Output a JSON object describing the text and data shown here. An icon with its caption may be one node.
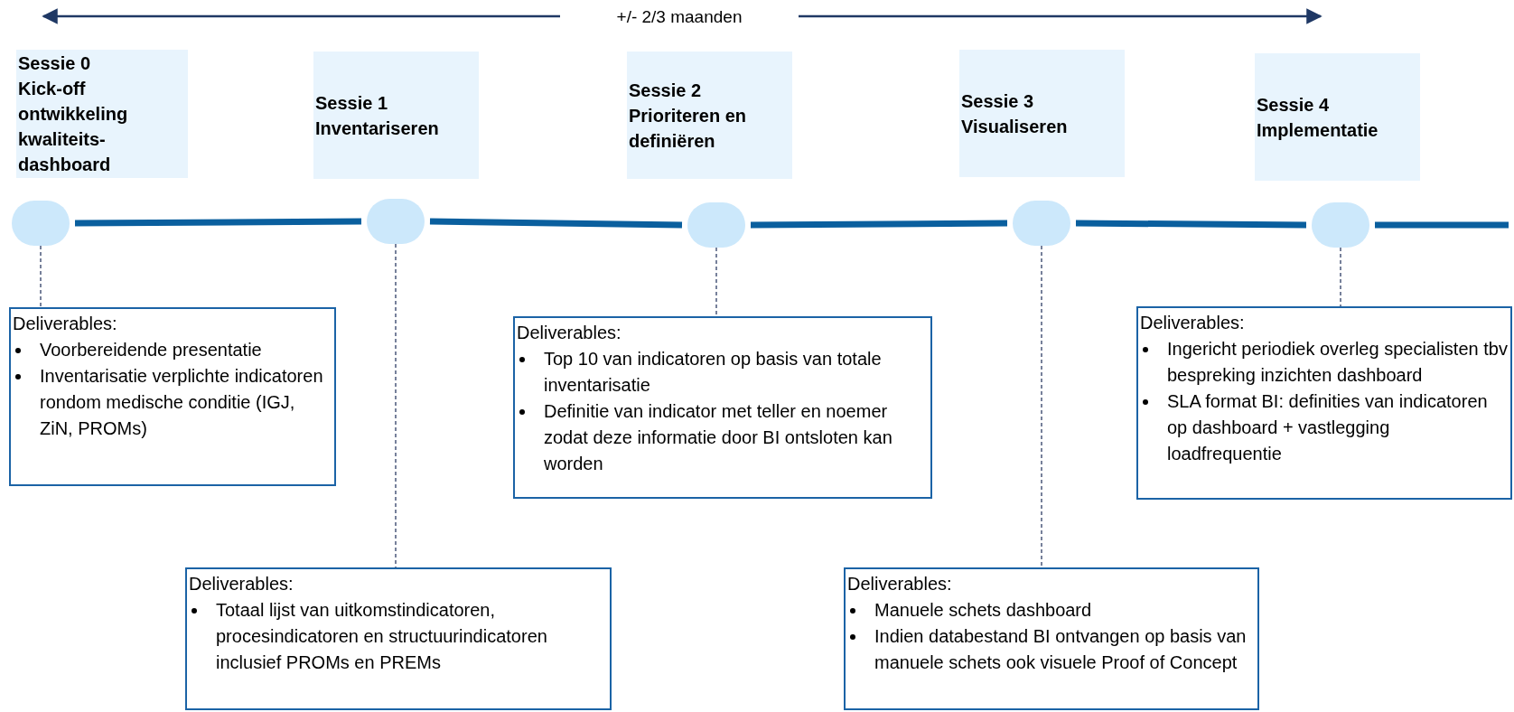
{
  "diagram": {
    "nodes": [
      {
        "text": [
          "Sessie 0",
          "Kick-off ontwikkeling kwaliteits-dashboard"
        ]
      },
      {
        "text": [
          "Sessie 1",
          "Inventariseren"
        ]
      },
      {
        "text": [
          "Sessie 2",
          "Prioriteren en definiëren"
        ]
      },
      {
        "text": [
          "Sessie 3",
          "Visualiseren"
        ]
      },
      {
        "text": [
          "Sessie 4",
          "Implementatie"
        ]
      },
      {
        "text": [],
        "shape": "circle"
      },
      {
        "text": [],
        "shape": "circle"
      },
      {
        "text": [],
        "shape": "circle"
      },
      {
        "text": [],
        "shape": "circle"
      },
      {
        "text": [],
        "shape": "circle"
      },
      {
        "text": [
          "Deliverables:",
          "Voorbereidende presentatie",
          "Inventarisatie verplichte indicatoren rondom medische conditie (IGJ, ZiN, PROMs)"
        ]
      },
      {
        "text": [
          "Deliverables:",
          "Totaal lijst van uitkomstindicatoren, procesindicatoren en structuurindicatoren inclusief PROMs en PREMs"
        ]
      },
      {
        "text": [
          "Deliverables:",
          "Top 10 van indicatoren op basis van totale inventarisatie",
          "Definitie van indicator met teller en noemer zodat deze informatie door BI ontsloten kan worden"
        ]
      },
      {
        "text": [
          "Deliverables:",
          "Manuele schets dashboard",
          "Indien databestand BI ontvangen op basis van manuele schets ook visuele Proof of Concept"
        ]
      },
      {
        "text": [
          "Deliverables:",
          "Ingericht periodiek overleg specialisten tbv bespreking inzichten dashboard",
          "SLA format BI: definities van indicatoren op dashboard + vastlegging loadfrequentie"
        ]
      }
    ],
    "edges": [
      {
        "from": 5,
        "to": 6,
        "arrow": "none",
        "style": "thick",
        "color": "#0a5f9e"
      },
      {
        "from": 6,
        "to": 7,
        "arrow": "none",
        "style": "thick",
        "color": "#0a5f9e"
      },
      {
        "from": 7,
        "to": 8,
        "arrow": "none",
        "style": "thick",
        "color": "#0a5f9e"
      },
      {
        "from": 8,
        "to": 9,
        "arrow": "none",
        "style": "thick",
        "color": "#0a5f9e"
      },
      {
        "from": 9,
        "to": null,
        "arrow": "none",
        "style": "thick",
        "color": "#0a5f9e"
      },
      {
        "from": 5,
        "to": 10,
        "arrow": "none",
        "style": "dashed",
        "color": "#2f3e66"
      },
      {
        "from": 6,
        "to": 11,
        "arrow": "none",
        "style": "dashed",
        "color": "#2f3e66"
      },
      {
        "from": 7,
        "to": 12,
        "arrow": "none",
        "style": "dashed",
        "color": "#2f3e66"
      },
      {
        "from": 8,
        "to": 13,
        "arrow": "none",
        "style": "dashed",
        "color": "#2f3e66"
      },
      {
        "from": 9,
        "to": 14,
        "arrow": "none",
        "style": "dashed",
        "color": "#2f3e66"
      }
    ],
    "labels": [
      "+/- 2/3 maanden"
    ]
  }
}
